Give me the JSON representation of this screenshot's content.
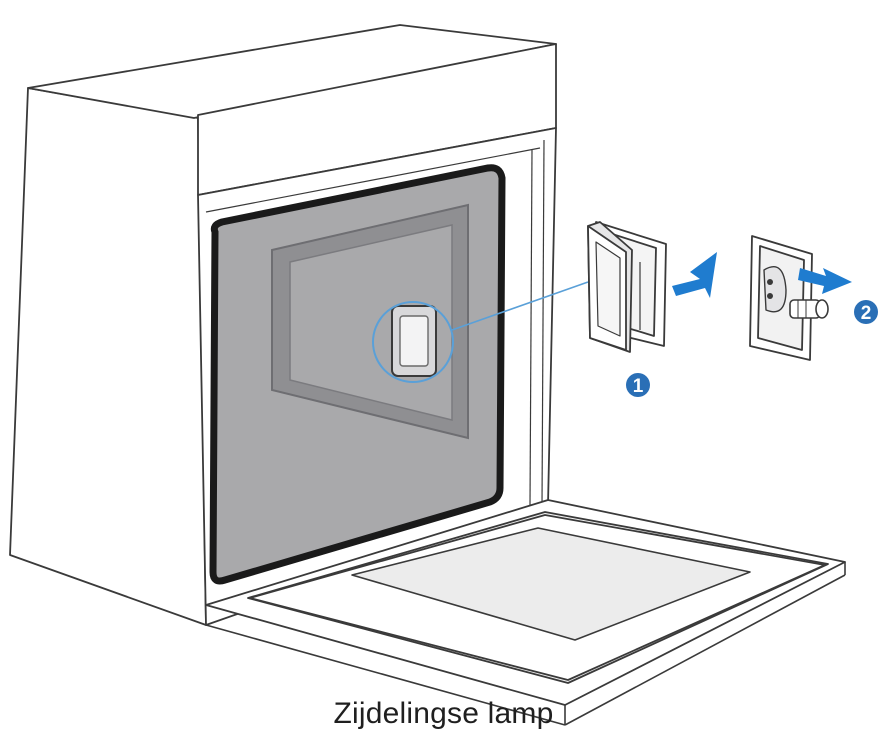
{
  "caption": "Zijdelingse lamp",
  "steps": [
    {
      "number": "1"
    },
    {
      "number": "2"
    }
  ],
  "colors": {
    "outline": "#3a3a3a",
    "cavity": "#a9a9ab",
    "cavity_dark": "#8f8f92",
    "accent_blue": "#1f7ccf",
    "callout_line": "#5aa0d8",
    "badge": "#2a6fb6"
  },
  "icons": [
    "oven-illustration",
    "lamp-cover-removal",
    "lamp-bulb-removal",
    "arrow-pull-icon"
  ]
}
